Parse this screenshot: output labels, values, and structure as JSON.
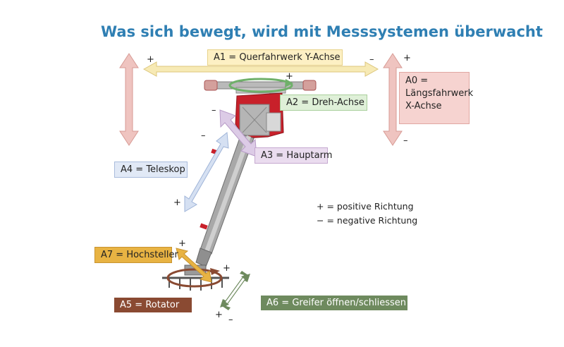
{
  "title": "Was sich bewegt, wird mit Messsystemen überwacht",
  "axes": {
    "a1": {
      "text": "A1 = Querfahrwerk Y-Achse",
      "color": "#fdf0c4",
      "border": "#e8d28a"
    },
    "a0": {
      "line1": "A0 =",
      "line2": "Längsfahrwerk",
      "line3": "X-Achse",
      "color": "#f6d3d0",
      "border": "#e0a7a2"
    },
    "a2": {
      "text": "A2 = Dreh-Achse",
      "color": "#dff0d8",
      "border": "#a9cf9c"
    },
    "a3": {
      "text": "A3 = Hauptarm",
      "color": "#eadcef",
      "border": "#c5a9d0"
    },
    "a4": {
      "text": "A4 = Teleskop",
      "color": "#e1e9f6",
      "border": "#a9bcdc"
    },
    "a7": {
      "text": "A7 = Hochsteller",
      "color": "#e8b343",
      "border": "#c99430"
    },
    "a5": {
      "text": "A5 = Rotator",
      "color": "#8a4a32",
      "text_color": "#ffffff"
    },
    "a6": {
      "text": "A6 = Greifer öffnen/schliessen",
      "color": "#6e8a5e",
      "text_color": "#ffffff"
    }
  },
  "signs": {
    "plus": "+",
    "minus": "–"
  },
  "legend": {
    "positive": "+ = positive Richtung",
    "negative": "− = negative Richtung"
  },
  "colors": {
    "arrow_red": "#efc4c0",
    "arrow_yellow": "#f7eab5",
    "arrow_blue": "#d5e0f2",
    "arrow_purple": "#dccbe6",
    "arrow_orange": "#e8b343",
    "arrow_brown": "#8a4a32",
    "arrow_green": "#6e8a5e",
    "machine_red": "#c8202a",
    "machine_gray": "#9a9a9a"
  }
}
